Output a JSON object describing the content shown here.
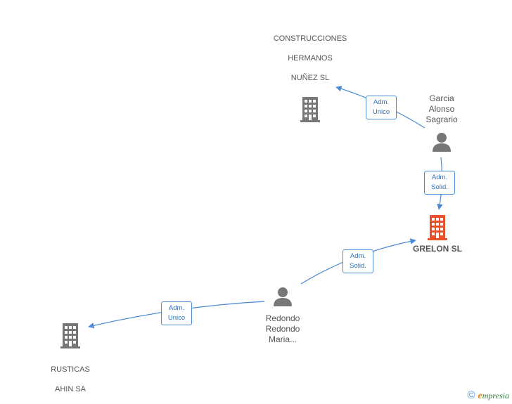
{
  "nodes": {
    "construcciones": {
      "lines": [
        "CONSTRUCCIONES",
        "HERMANOS",
        "NUÑEZ SL"
      ],
      "icon": "building-icon",
      "color": "#777777"
    },
    "garcia": {
      "lines": [
        "Garcia",
        "Alonso",
        "Sagrario"
      ],
      "icon": "person-icon",
      "color": "#777777"
    },
    "grelon": {
      "lines": [
        "GRELON SL"
      ],
      "icon": "building-icon",
      "color": "#e8522a"
    },
    "redondo": {
      "lines": [
        "Redondo",
        "Redondo",
        "Maria..."
      ],
      "icon": "person-icon",
      "color": "#777777"
    },
    "rusticas": {
      "lines": [
        "RUSTICAS",
        "AHIN SA"
      ],
      "icon": "building-icon",
      "color": "#777777"
    }
  },
  "edges": [
    {
      "from": "garcia",
      "to": "construcciones",
      "label": [
        "Adm.",
        "Unico"
      ]
    },
    {
      "from": "garcia",
      "to": "grelon",
      "label": [
        "Adm.",
        "Solid."
      ]
    },
    {
      "from": "redondo",
      "to": "grelon",
      "label": [
        "Adm.",
        "Solid."
      ]
    },
    {
      "from": "redondo",
      "to": "rusticas",
      "label": [
        "Adm.",
        "Unico"
      ]
    }
  ],
  "colors": {
    "edge": "#4a8ad4"
  },
  "footer": {
    "copyright": "©",
    "brand_e": "e",
    "brand_rest": "mpresia"
  }
}
